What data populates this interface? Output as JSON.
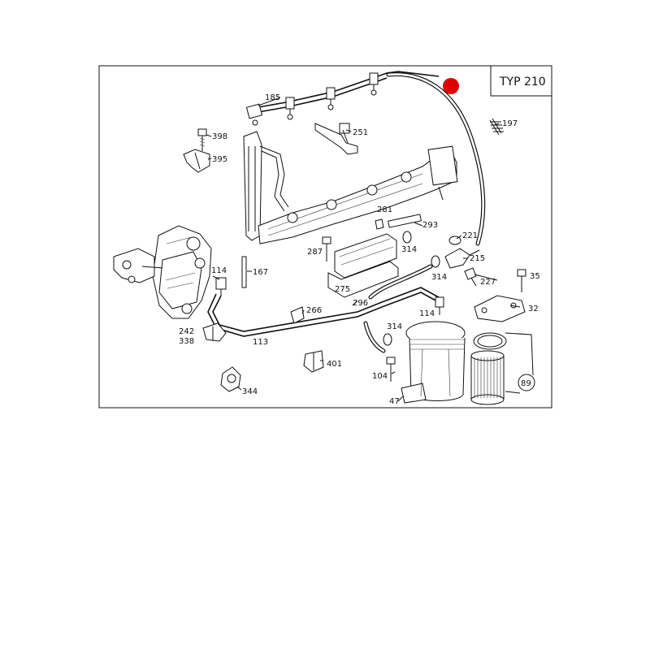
{
  "diagram": {
    "type_badge": "TYP 210",
    "marker_color": "#e00000",
    "labels": {
      "l185": "185",
      "l251": "251",
      "l197": "197",
      "l398": "398",
      "l395": "395",
      "l281": "281",
      "l293": "293",
      "l221": "221",
      "l287": "287",
      "l314a": "314",
      "l215": "215",
      "l114a": "114",
      "l167": "167",
      "l275": "275",
      "l314b": "314",
      "l227": "227",
      "l35": "35",
      "l296": "296",
      "l266": "266",
      "l114b": "114",
      "l32": "32",
      "l242": "242",
      "l338": "338",
      "l113": "113",
      "l314c": "314",
      "l401": "401",
      "l104": "104",
      "l344": "344",
      "l47": "47",
      "l89": "89"
    }
  }
}
